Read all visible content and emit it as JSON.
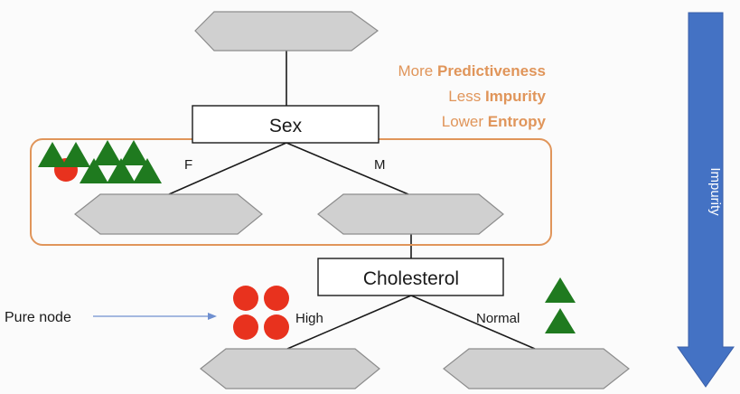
{
  "root_node": {
    "label": ""
  },
  "sex_node": {
    "label": "Sex"
  },
  "cholesterol_node": {
    "label": "Cholesterol"
  },
  "branches": {
    "female": "F",
    "male": "M",
    "high": "High",
    "normal": "Normal"
  },
  "pure_node_label": "Pure node",
  "annotations": {
    "line1_prefix": "More ",
    "line1_bold": "Predictiveness",
    "line2_prefix": "Less ",
    "line2_bold": "Impurity",
    "line3_prefix": "Lower ",
    "line3_bold": "Entropy"
  },
  "impurity_arrow_label": "Impurity",
  "colors": {
    "node_fill": "#d0d0d0",
    "node_stroke": "#8c8c8c",
    "highlight_border": "#e0955a",
    "annotation_text": "#e0955a",
    "arrow_fill": "#4472c4",
    "triangle_green": "#1f7a1f",
    "circle_red": "#e8321e",
    "pointer_arrow": "#6f8fd0"
  },
  "icons": {
    "mixed_group": "mixed-triangles-circle-icon",
    "red_circles": "red-circles-icon",
    "green_triangles": "green-triangles-icon"
  }
}
